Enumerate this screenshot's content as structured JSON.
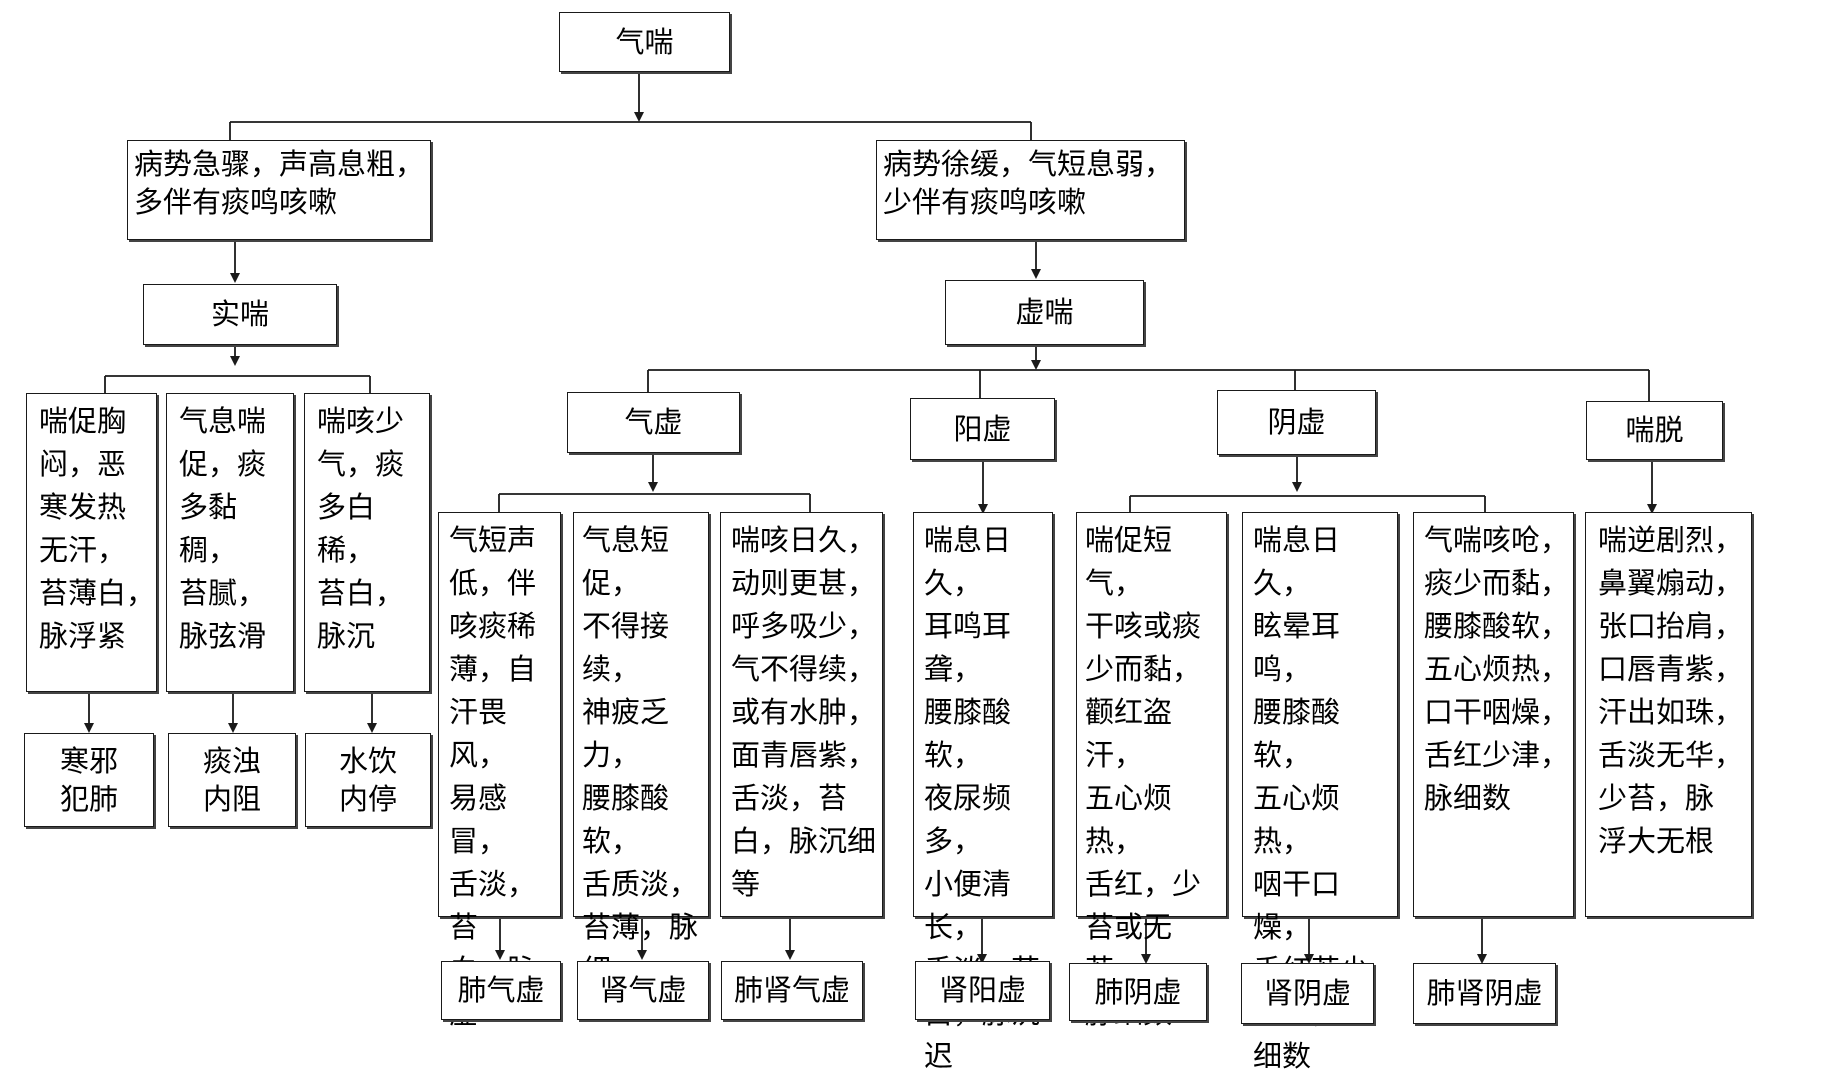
{
  "root": "气喘",
  "acute": {
    "condition": "病势急骤，声高息粗，\n多伴有痰鸣咳嗽",
    "type": "实喘",
    "symptoms": [
      "喘促胸\n闷，恶\n寒发热\n无汗，\n苔薄白，\n脉浮紧",
      "气息喘\n促，痰\n多黏稠，\n苔腻，\n脉弦滑",
      "喘咳少\n气，痰\n多白稀，\n苔白，\n脉沉"
    ],
    "diagnoses": [
      "寒邪\n犯肺",
      "痰浊\n内阻",
      "水饮\n内停"
    ]
  },
  "chronic": {
    "condition": "病势徐缓，气短息弱，\n少伴有痰鸣咳嗽",
    "type": "虚喘",
    "subtypes": [
      "气虚",
      "阳虚",
      "阴虚",
      "喘脱"
    ],
    "symptoms": [
      "气短声\n低，伴\n咳痰稀\n薄，自\n汗畏风，\n易感冒，\n舌淡，苔\n白，脉虚",
      "气息短促，\n不得接续，\n神疲乏力，\n腰膝酸软，\n舌质淡，\n苔薄，脉\n细",
      "喘咳日久，\n动则更甚，\n呼多吸少，\n气不得续，\n或有水肿，\n面青唇紫，\n舌淡，苔\n白，脉沉细\n等",
      "喘息日久，\n耳鸣耳聋，\n腰膝酸软，\n夜尿频多，\n小便清长，\n舌淡，苔\n白，脉沉\n迟",
      "喘促短气，\n干咳或痰\n少而黏，\n颧红盗汗，\n五心烦热，\n舌红，少\n苔或无苔，\n脉细数",
      "喘息日久，\n眩晕耳鸣，\n腰膝酸软，\n五心烦热，\n咽干口燥，\n舌红苔少\n而干，脉\n细数",
      "气喘咳呛，\n痰少而黏，\n腰膝酸软，\n五心烦热，\n口干咽燥，\n舌红少津，\n脉细数",
      "喘逆剧烈，\n鼻翼煽动，\n张口抬肩，\n口唇青紫，\n汗出如珠，\n舌淡无华，\n少苔，脉\n浮大无根"
    ],
    "diagnoses": [
      "肺气虚",
      "肾气虚",
      "肺肾气虚",
      "肾阳虚",
      "肺阴虚",
      "肾阴虚",
      "肺肾阴虚"
    ]
  },
  "colors": {
    "line": "#1a1a1a",
    "box_border": "#1a1a1a",
    "background": "#ffffff"
  }
}
